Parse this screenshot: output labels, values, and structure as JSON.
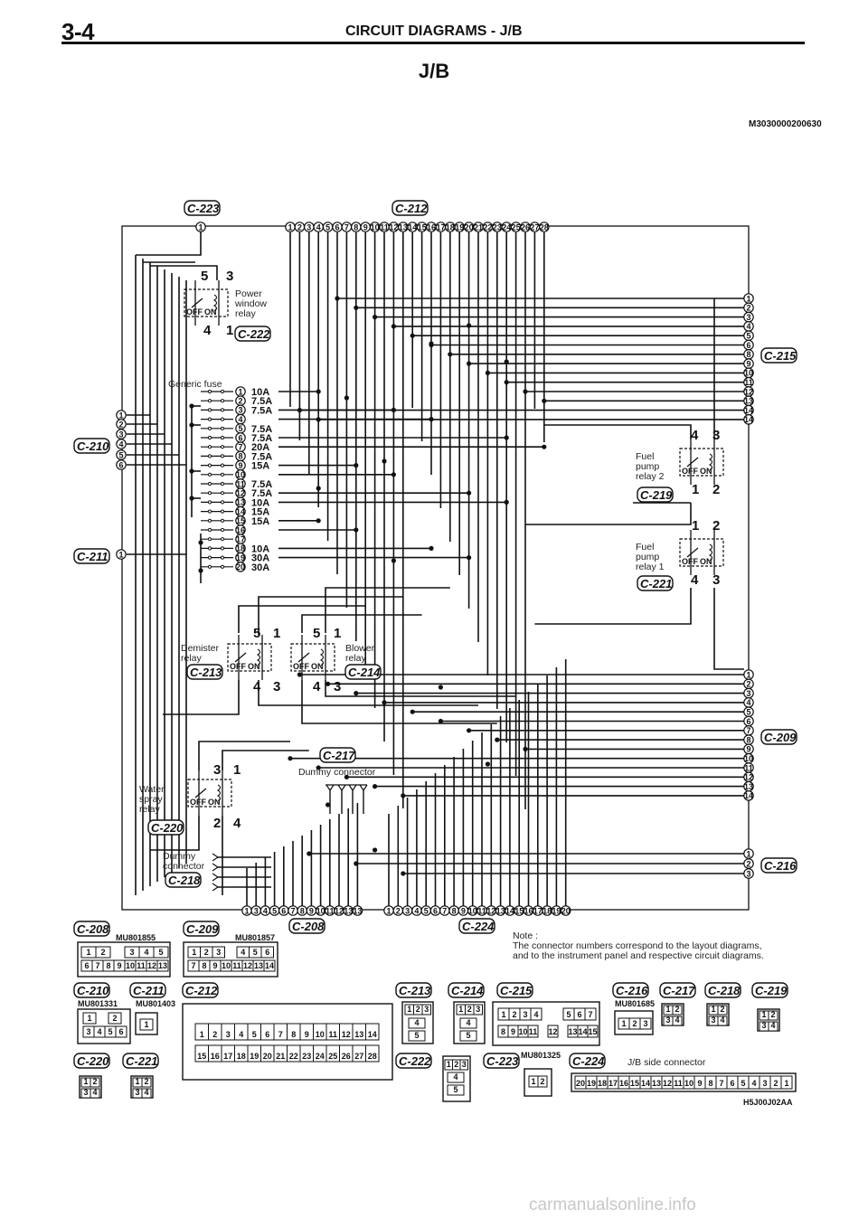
{
  "header": {
    "page_number": "3-4",
    "title": "CIRCUIT DIAGRAMS - J/B"
  },
  "page_title": "J/B",
  "doc_code": "M3030000200630",
  "figure_code": "H5J00J02AA",
  "footer_watermark": "carmanualsonline.info",
  "relays": {
    "power_window": "Power\nwindow\nrelay",
    "demister": "Demister\nrelay",
    "blower": "Blower\nrelay",
    "fuel_pump_2": "Fuel\npump\nrelay 2",
    "fuel_pump_1": "Fuel\npump\nrelay 1",
    "water_spray": "Water\nspray\nrelay"
  },
  "labels": {
    "generic_fuse": "Generic fuse",
    "dummy_connector_top": "Dummy connector",
    "dummy_connector_left": "Dummy\nconnector",
    "jb_side_connector": "J/B side connector",
    "note": "Note :\nThe connector numbers correspond to the layout diagrams,\nand to the instrument panel and respective circuit diagrams.",
    "relay_off": "OFF",
    "relay_on": "ON"
  },
  "fuses": [
    "10A",
    "7.5A",
    "7.5A",
    "",
    "7.5A",
    "7.5A",
    "20A",
    "7.5A",
    "15A",
    "",
    "7.5A",
    "7.5A",
    "10A",
    "15A",
    "15A",
    "",
    "",
    "10A",
    "30A",
    "30A"
  ],
  "connectors": [
    "C-223",
    "C-212",
    "C-222",
    "C-215",
    "C-210",
    "C-219",
    "C-211",
    "C-221",
    "C-213",
    "C-214",
    "C-209",
    "C-217",
    "C-220",
    "C-218",
    "C-216",
    "C-208",
    "C-224"
  ],
  "part_numbers": [
    "MU801855",
    "MU801857",
    "MU801331",
    "MU801403",
    "MU801685",
    "MU801325"
  ]
}
